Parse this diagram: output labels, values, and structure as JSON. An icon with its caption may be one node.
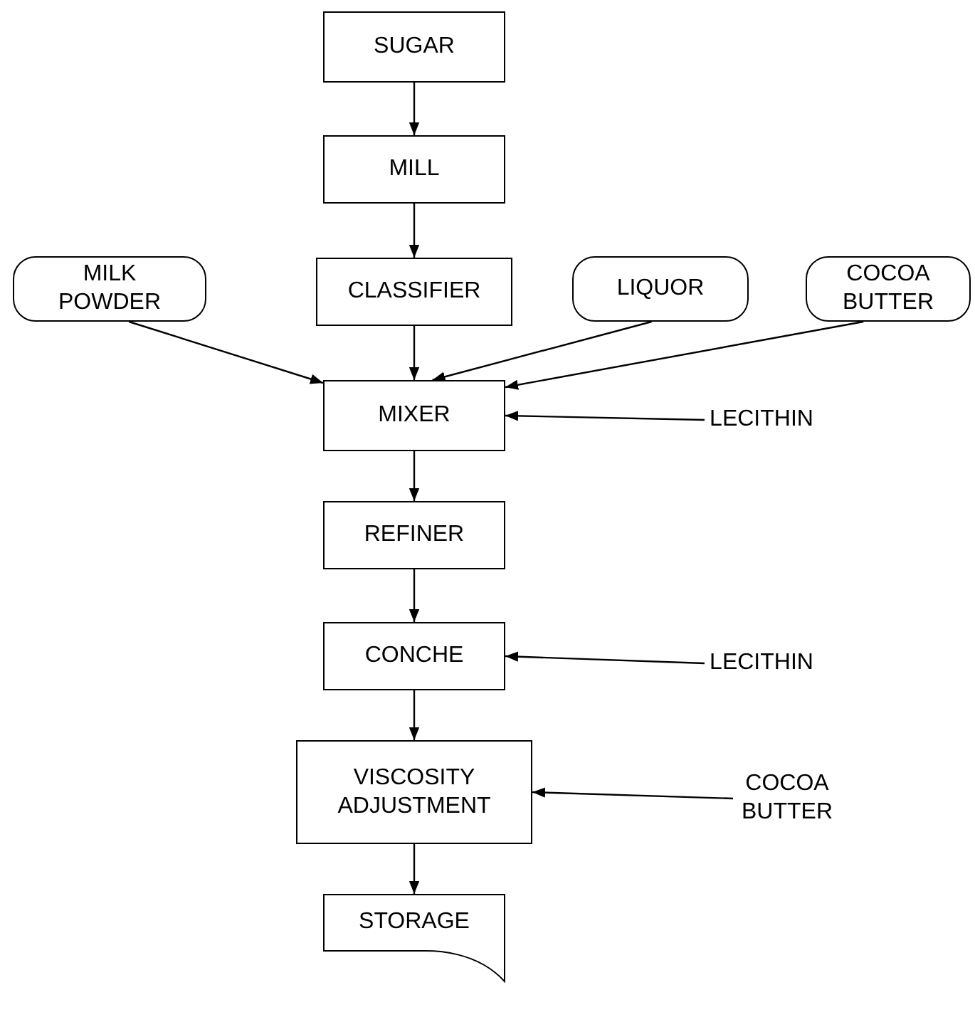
{
  "diagram": {
    "nodes": [
      {
        "text": [
          "SUGAR"
        ]
      },
      {
        "text": [
          "MILL"
        ]
      },
      {
        "text": [
          "MILK POWDER"
        ]
      },
      {
        "text": [
          "CLASSIFIER"
        ]
      },
      {
        "text": [
          "LIQUOR"
        ]
      },
      {
        "text": [
          "COCOA BUTTER"
        ]
      },
      {
        "text": [
          "MIXER"
        ]
      },
      {
        "text": [
          "LECITHIN"
        ]
      },
      {
        "text": [
          "REFINER"
        ]
      },
      {
        "text": [
          "CONCHE"
        ]
      },
      {
        "text": [
          "LECITHIN"
        ]
      },
      {
        "text": [
          "VISCOSITY ADJUSTMENT"
        ]
      },
      {
        "text": [
          "COCOA BUTTER"
        ]
      },
      {
        "text": [
          "STORAGE"
        ]
      }
    ],
    "edges": [
      {
        "from": 0,
        "to": 1,
        "arrow": "to"
      },
      {
        "from": 1,
        "to": 3,
        "arrow": "to"
      },
      {
        "from": 3,
        "to": 6,
        "arrow": "to"
      },
      {
        "from": 2,
        "to": 6,
        "arrow": "to"
      },
      {
        "from": 4,
        "to": 6,
        "arrow": "to"
      },
      {
        "from": 5,
        "to": 6,
        "arrow": "to"
      },
      {
        "from": 7,
        "to": 6,
        "arrow": "to"
      },
      {
        "from": 6,
        "to": 8,
        "arrow": "to"
      },
      {
        "from": 8,
        "to": 9,
        "arrow": "to"
      },
      {
        "from": 10,
        "to": 9,
        "arrow": "to"
      },
      {
        "from": 9,
        "to": 11,
        "arrow": "to"
      },
      {
        "from": 12,
        "to": 11,
        "arrow": "to"
      },
      {
        "from": 11,
        "to": 13,
        "arrow": "to"
      }
    ]
  }
}
